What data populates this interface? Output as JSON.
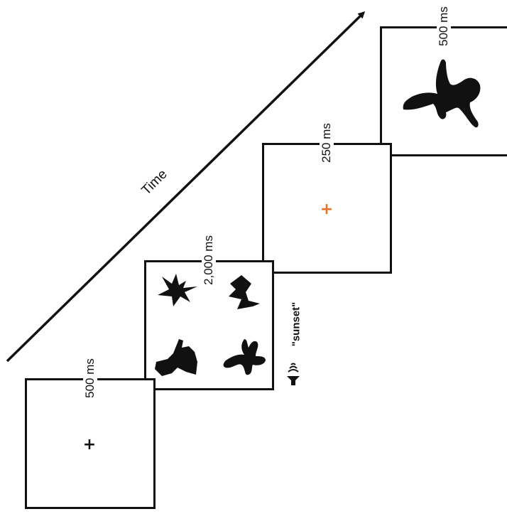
{
  "time_axis": {
    "label": "Time"
  },
  "frames": [
    {
      "id": "fixation-1",
      "duration": "500 ms",
      "fixation": "+",
      "fixation_color": "#111111"
    },
    {
      "id": "display-4-shapes",
      "duration": "2,000 ms",
      "spoken_word": "\"sunset\"",
      "icon": "speaker-icon"
    },
    {
      "id": "fixation-2",
      "duration": "250 ms",
      "fixation": "+",
      "fixation_color": "#e8742a"
    },
    {
      "id": "target-shape",
      "duration": "500 ms"
    }
  ],
  "colors": {
    "line": "#111111",
    "orange_cross": "#e8742a"
  }
}
